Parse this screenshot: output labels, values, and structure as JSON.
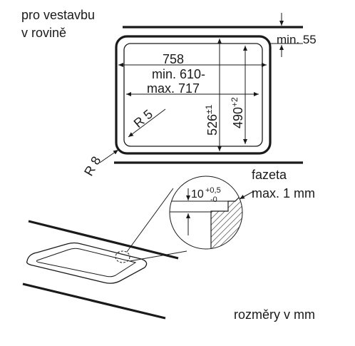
{
  "labels": {
    "installation_line1": "pro vestavbu",
    "installation_line2": "v rovině",
    "min_55": "min. 55",
    "width_758": "758",
    "min_610": "min. 610-",
    "max_717": "max. 717",
    "radius_5": "R 5",
    "radius_8": "R 8",
    "depth_526": "526",
    "depth_526_tol": "±1",
    "depth_490": "490",
    "depth_490_tol": "+2",
    "fazeta": "fazeta",
    "max_1mm": "max. 1 mm",
    "depth_10": "10",
    "tol_plus": "+0,5",
    "tol_minus": "-0",
    "units": "rozměry v mm"
  }
}
